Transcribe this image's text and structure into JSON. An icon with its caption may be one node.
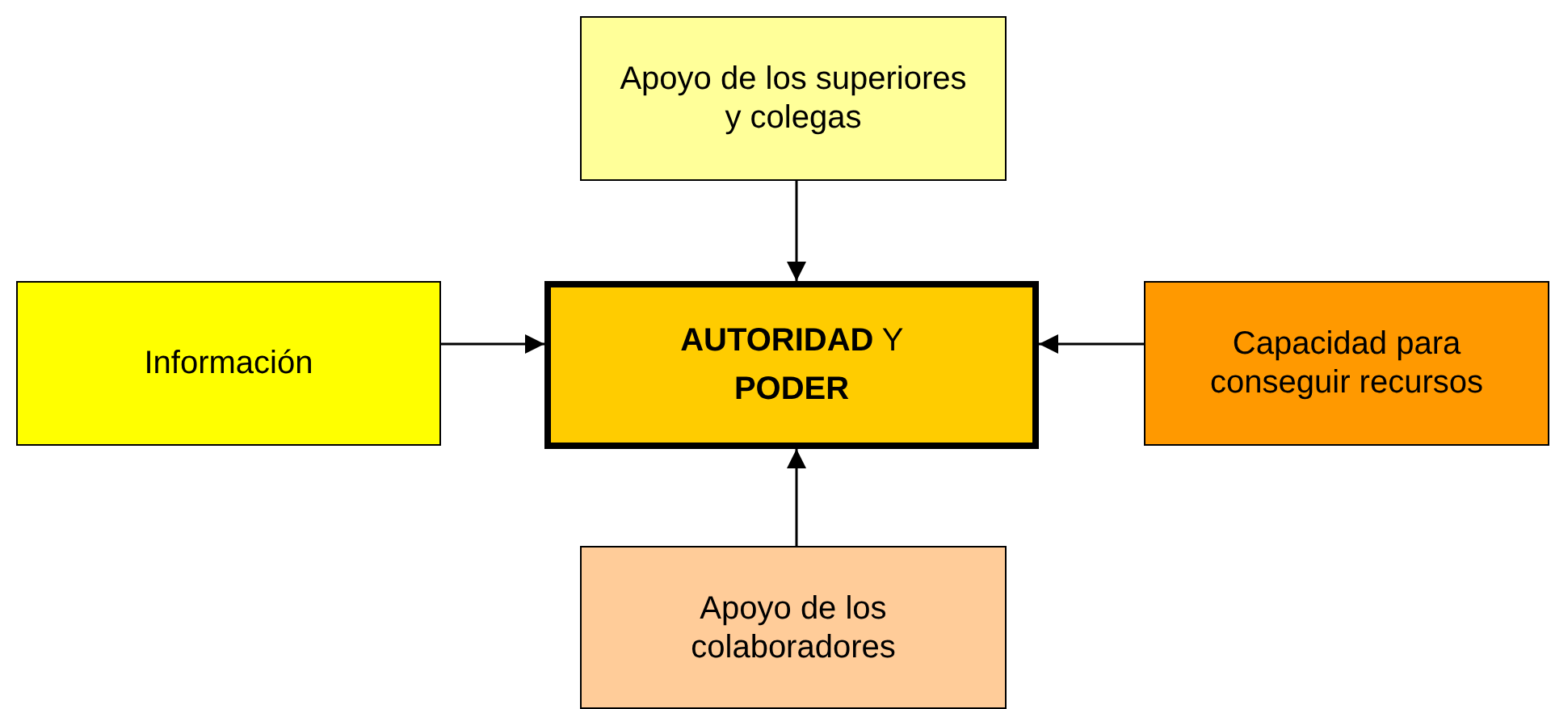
{
  "diagram": {
    "nodes": [
      {
        "text": [
          "Apoyo de los superiores y colegas"
        ]
      },
      {
        "text": [
          "Información"
        ]
      },
      {
        "text": [
          "**AUTORIDAD** Y **PODER**"
        ]
      },
      {
        "text": [
          "Capacidad para conseguir recursos"
        ]
      },
      {
        "text": [
          "Apoyo de los colaboradores"
        ]
      }
    ],
    "edges": [
      {
        "from": 0,
        "to": 2,
        "arrow": "to"
      },
      {
        "from": 1,
        "to": 2,
        "arrow": "to"
      },
      {
        "from": 3,
        "to": 2,
        "arrow": "to"
      },
      {
        "from": 4,
        "to": 2,
        "arrow": "to"
      }
    ]
  }
}
